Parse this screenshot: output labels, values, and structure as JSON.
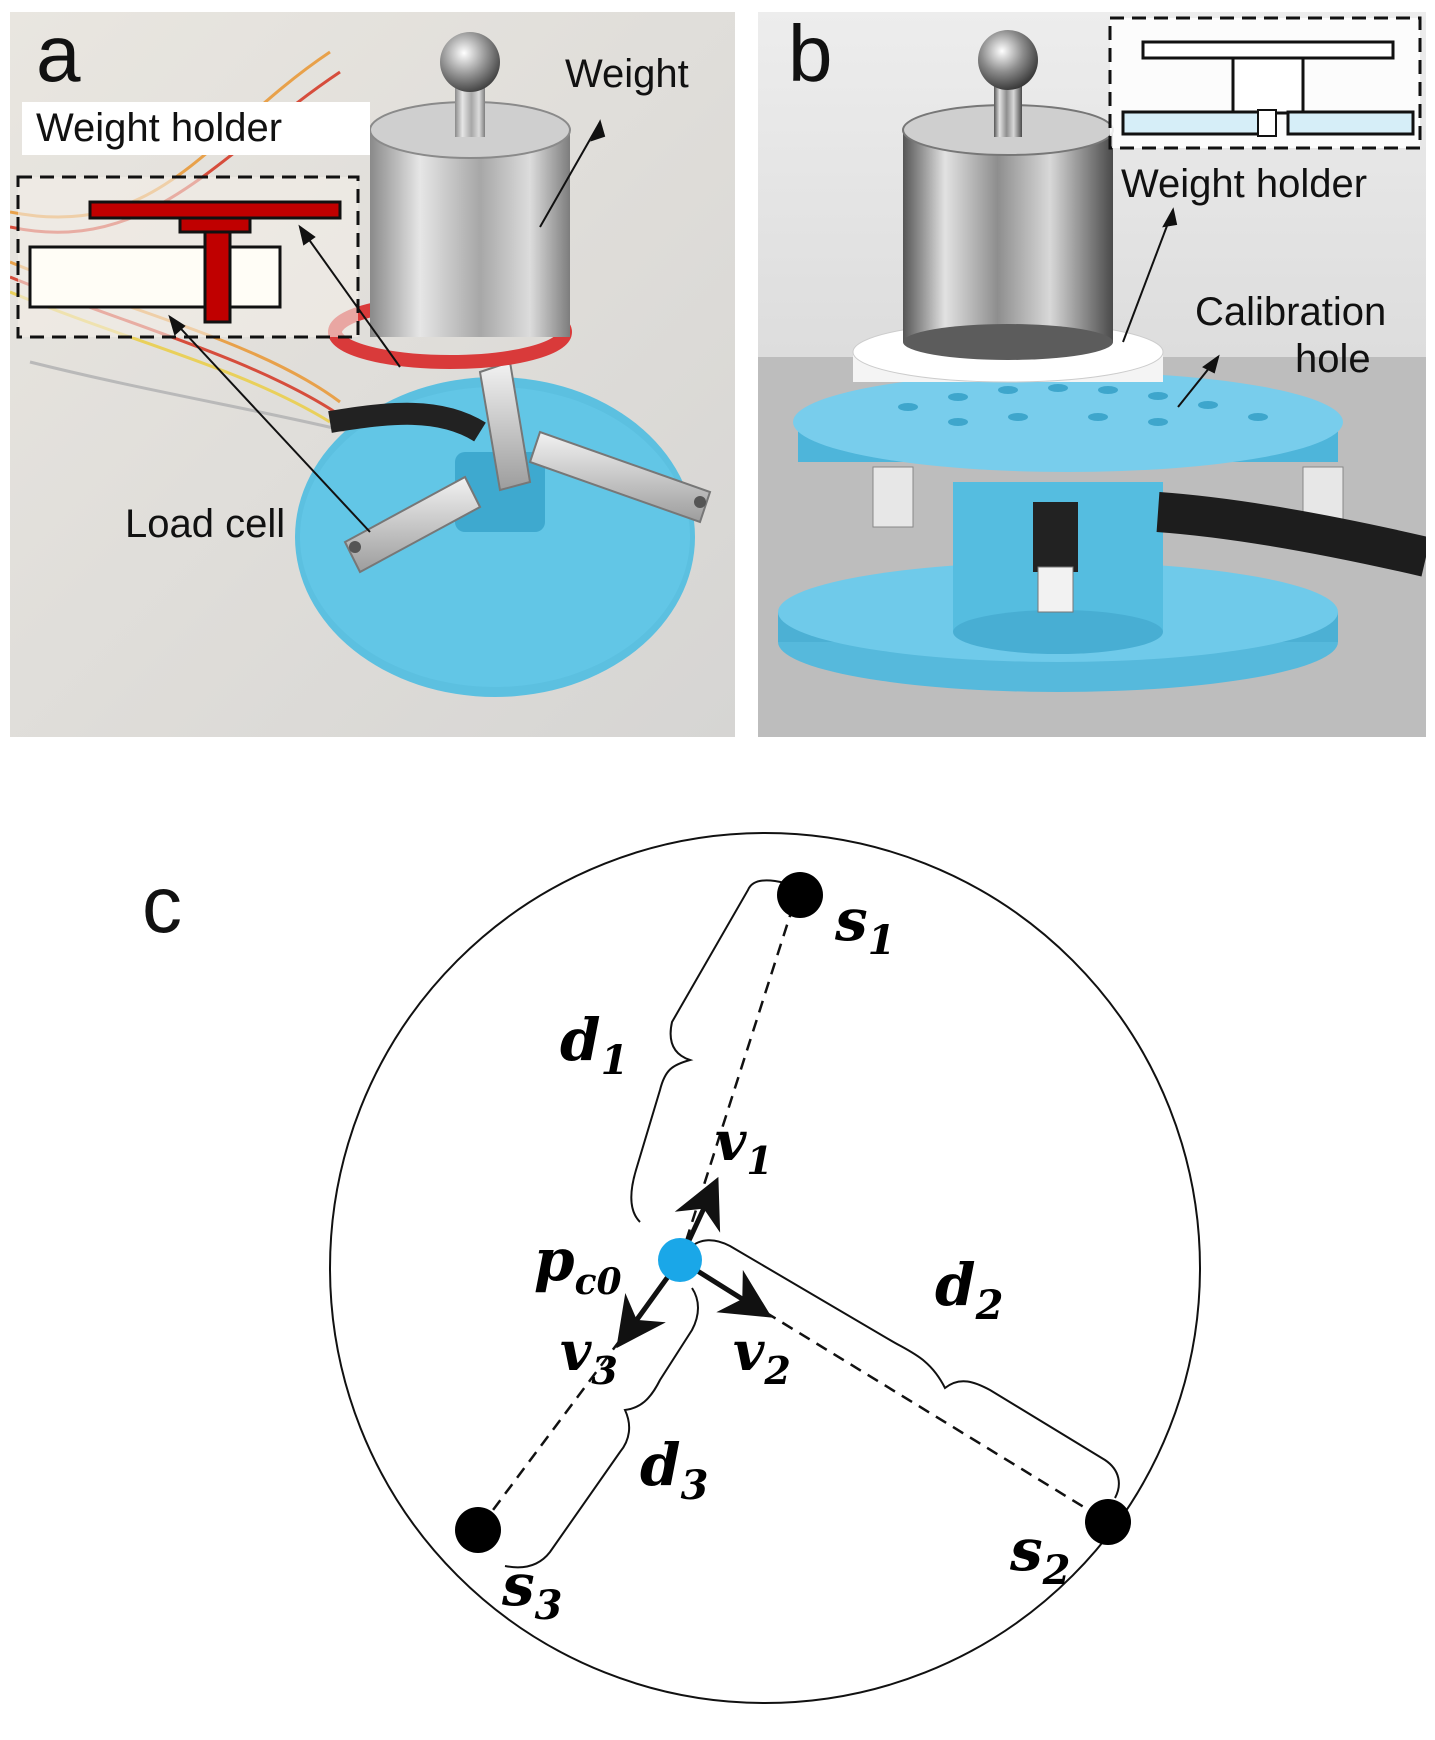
{
  "panel_a": {
    "letter": "a",
    "labels": {
      "weight": "Weight",
      "weight_holder": "Weight holder",
      "load_cell": "Load cell"
    }
  },
  "panel_b": {
    "letter": "b",
    "labels": {
      "weight_holder": "Weight holder",
      "calibration_hole_1": "Calibration",
      "calibration_hole_2": "hole"
    }
  },
  "panel_c": {
    "letter": "c",
    "sensors": [
      {
        "base": "s",
        "sub": "1"
      },
      {
        "base": "s",
        "sub": "2"
      },
      {
        "base": "s",
        "sub": "3"
      }
    ],
    "center": {
      "base": "p",
      "sub": "c0"
    },
    "vectors": [
      {
        "base": "v",
        "sub": "1"
      },
      {
        "base": "v",
        "sub": "2"
      },
      {
        "base": "v",
        "sub": "3"
      }
    ],
    "distances": [
      {
        "base": "d",
        "sub": "1"
      },
      {
        "base": "d",
        "sub": "2"
      },
      {
        "base": "d",
        "sub": "3"
      }
    ]
  },
  "colors": {
    "plastic_blue": "#5cc0e0",
    "holder_red": "#c00000",
    "ring_red": "#d93a3a",
    "center_dot": "#1aa7e8",
    "metal": "#b8b8b8",
    "schematic_blue": "#d6eef8"
  }
}
